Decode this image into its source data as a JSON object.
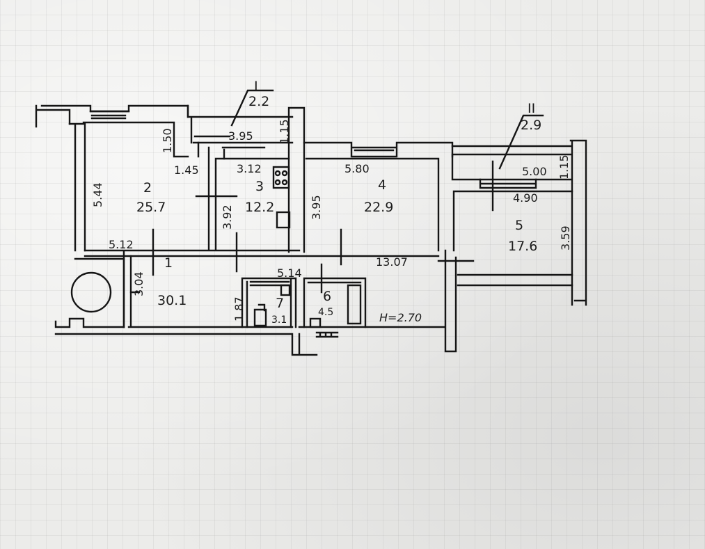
{
  "plan": {
    "rooms": [
      {
        "number": "1",
        "area": "30.1"
      },
      {
        "number": "2",
        "area": "25.7"
      },
      {
        "number": "3",
        "area": "12.2"
      },
      {
        "number": "4",
        "area": "22.9"
      },
      {
        "number": "5",
        "area": "17.6"
      },
      {
        "number": "6",
        "area": "4.5"
      },
      {
        "number": "7",
        "area": "3.1"
      }
    ],
    "balconies": [
      {
        "label": "I",
        "area": "2.2"
      },
      {
        "label": "II",
        "area": "2.9"
      }
    ],
    "dimensions": {
      "d_3_95_balcony": "3.95",
      "d_1_15_a": "1.15",
      "d_1_50": "1.50",
      "d_1_45": "1.45",
      "d_3_12": "3.12",
      "d_5_80": "5.80",
      "d_5_00": "5.00",
      "d_1_15_b": "1.15",
      "d_5_44": "5.44",
      "d_3_92": "3.92",
      "d_3_95_room4": "3.95",
      "d_4_90": "4.90",
      "d_3_59": "3.59",
      "d_5_12": "5.12",
      "d_3_04": "3.04",
      "d_5_14": "5.14",
      "d_13_07": "13.07",
      "d_1_87": "1.87"
    },
    "height_note": "H=2.70"
  }
}
